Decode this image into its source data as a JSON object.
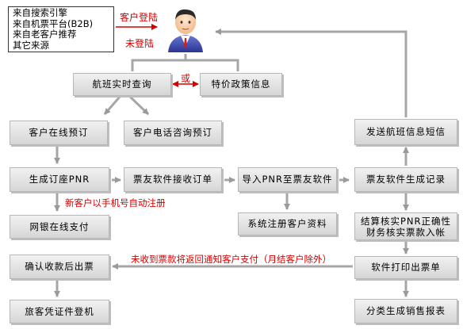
{
  "sources": [
    "来自搜索引擎",
    "来自机票平台(B2B)",
    "来自老客户推荐",
    "其它来源"
  ],
  "labels": {
    "customer_login": "客户登陆",
    "not_logged_in": "未登陆",
    "or": "或",
    "new_customer_note": "新客户以手机号自动注册",
    "unpaid_note": "未收到票款将返回通知客户支付（月结客户除外）"
  },
  "nodes": {
    "flight_query": "航班实时查询",
    "special_policy": "特价政策信息",
    "online_booking": "客户在线预订",
    "phone_booking": "客户电话咨询预订",
    "send_sms": "发送航班信息短信",
    "generate_pnr": "生成订座PNR",
    "receive_order": "票友软件接收订单",
    "import_pnr": "导入PNR至票友软件",
    "generate_record": "票友软件生成记录",
    "online_payment": "网银在线支付",
    "register_customer": "系统注册客户资料",
    "verify_line1": "结算核实PNR正确性",
    "verify_line2": "财务核实票款入帐",
    "confirm_issue": "确认收款后出票",
    "print_ticket": "软件打印出票单",
    "passenger_checkin": "旅客凭证件登机",
    "sales_report": "分类生成销售报表"
  },
  "colors": {
    "arrow": "#a6a6a6",
    "red_text": "#d40000",
    "red_arrow": "#d40000"
  }
}
